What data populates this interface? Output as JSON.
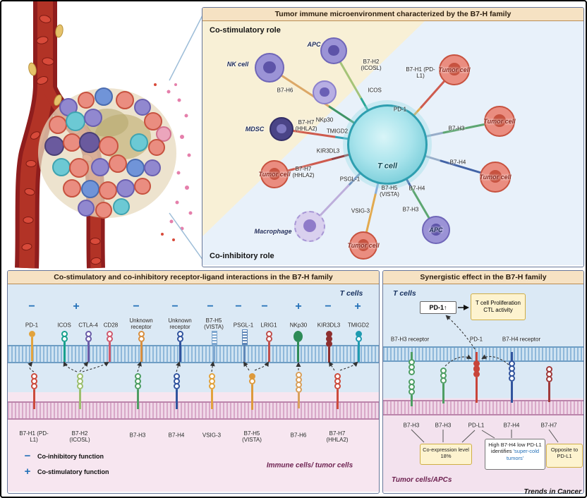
{
  "palette": {
    "header_bg": "#f6e2c3",
    "header_border": "#b98c54",
    "costim_bg": "#f8f0d6",
    "coinhib_bg": "#e8f1fa",
    "tcell_region_blue": "#dbe9f5",
    "tumor_region_pink": "#f7e6f0",
    "function_blue": "#2471b8",
    "callout_yellow": "#fdf3cf",
    "tumor_cell_red": "#ea8d80",
    "immune_cell_purple": "#9b93d6",
    "t_cell_teal": "#79cdd9"
  },
  "footer": {
    "brand": "Trends in Cancer"
  },
  "micro_panel": {
    "title": "Tumor immune microenvironment characterized by the B7-H family",
    "costim_label": "Co-stimulatory role",
    "coinhib_label": "Co-inhibitory role",
    "t_cell_label": "T cell",
    "cells": [
      {
        "label": "NK cell"
      },
      {
        "label": "APC"
      },
      {
        "label": "Tumor cell"
      },
      {
        "label": "Tumor cell"
      },
      {
        "label": "Tumor cell"
      },
      {
        "label": "APC"
      },
      {
        "label": "Tumor cell"
      },
      {
        "label": "Macrophage"
      },
      {
        "label": "Tumor cell"
      },
      {
        "label": "MDSC"
      }
    ],
    "molecules": [
      "B7-H6",
      "NKp30",
      "B7-H2 (ICOSL)",
      "ICOS",
      "B7-H1 (PD-L1)",
      "PD-1",
      "B7-H3",
      "B7-H4",
      "B7-H4",
      "B7-H3",
      "B7-H7 (HHLA2)",
      "TMIGD2",
      "KIR3DL3",
      "B7-H7 (HHLA2)",
      "PSGL-1",
      "B7-H5 (VISTA)",
      "VSIG-3"
    ]
  },
  "interaction_panel": {
    "title": "Co-stimulatory and co-inhibitory receptor-ligand interactions in the B7-H family",
    "t_cells_label": "T cells",
    "immune_cells_label": "Immune cells/ tumor cells",
    "signs": [
      "−",
      "+",
      "−",
      "−",
      "−",
      "−",
      "−",
      "+",
      "−",
      "+"
    ],
    "receptors": [
      "PD-1",
      "ICOS",
      "CTLA-4",
      "CD28",
      "Unknown receptor",
      "Unknown receptor",
      "B7-H5 (VISTA)",
      "PSGL-1",
      "LRIG1",
      "NKp30",
      "KIR3DL3",
      "TMIGD2"
    ],
    "ligands": [
      "B7-H1 (PD-L1)",
      "B7-H2 (ICOSL)",
      "B7-H3",
      "B7-H4",
      "VSIG-3",
      "B7-H5 (VISTA)",
      "B7-H6",
      "B7-H7 (HHLA2)"
    ],
    "legend": [
      {
        "symbol": "−",
        "label": "Co-inhibitory function"
      },
      {
        "symbol": "+",
        "label": "Co-stimulatory function"
      }
    ]
  },
  "synergy_panel": {
    "title": "Synergistic effect in the B7-H family",
    "t_cells_label": "T cells",
    "tumor_cells_label": "Tumor cells/APCs",
    "pd1_box_label": "PD-1↑",
    "effect_box_label": "T cell Proliferation CTL activity",
    "receptor_labels": [
      "B7-H3 receptor",
      "PD-1",
      "B7-H4 receptor"
    ],
    "ligand_labels": [
      "B7-H3",
      "B7-H3",
      "PD-L1",
      "B7-H4",
      "B7-H7"
    ],
    "callout_coexpression": "Co-expression level 18%",
    "callout_supercold_prefix": "High B7-H4 low PD-L1 identifies ",
    "callout_supercold_highlight": "'super-cold tumors'",
    "callout_opposite": "Opposite to PD-L1"
  }
}
